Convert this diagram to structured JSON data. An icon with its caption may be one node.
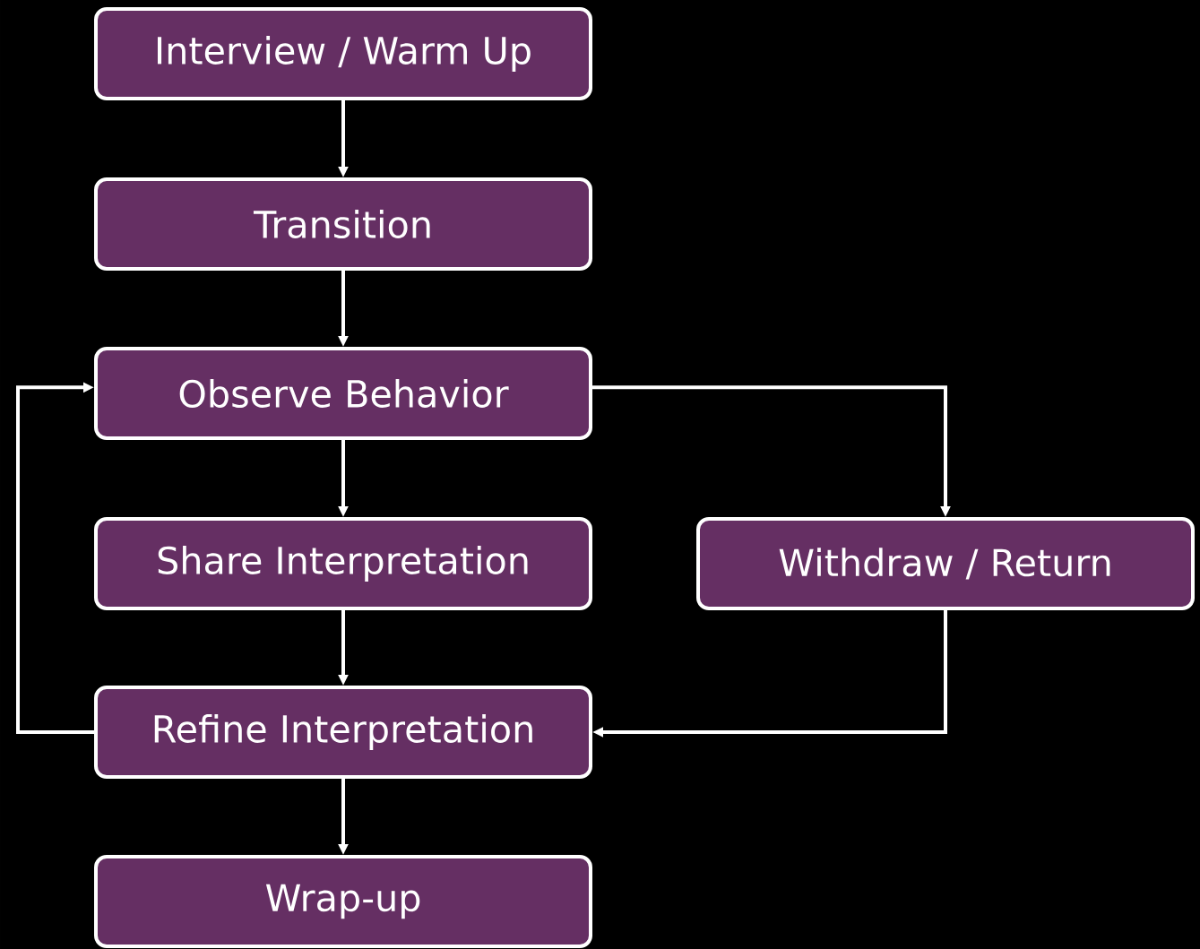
{
  "diagram": {
    "nodes": [
      {
        "text": [
          "Interview / Warm Up"
        ]
      },
      {
        "text": [
          "Transition"
        ]
      },
      {
        "text": [
          "Observe Behavior"
        ]
      },
      {
        "text": [
          "Share Interpretation"
        ]
      },
      {
        "text": [
          "Withdraw / Return"
        ]
      },
      {
        "text": [
          "Refine Interpretation"
        ]
      },
      {
        "text": [
          "Wrap-up"
        ]
      }
    ],
    "edges": [
      {
        "from": 0,
        "to": 1,
        "arrow": "to"
      },
      {
        "from": 1,
        "to": 2,
        "arrow": "to"
      },
      {
        "from": 2,
        "to": 3,
        "arrow": "to"
      },
      {
        "from": 2,
        "to": 4,
        "arrow": "to"
      },
      {
        "from": 3,
        "to": 5,
        "arrow": "to"
      },
      {
        "from": 4,
        "to": 5,
        "arrow": "to"
      },
      {
        "from": 5,
        "to": 2,
        "arrow": "to"
      },
      {
        "from": 5,
        "to": 6,
        "arrow": "to"
      }
    ]
  }
}
